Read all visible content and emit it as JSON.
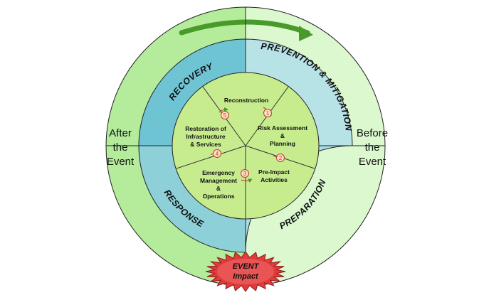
{
  "outer": {
    "left_label": [
      "After",
      "the",
      "Event"
    ],
    "right_label": [
      "Before",
      "the",
      "Event"
    ]
  },
  "quadrants": {
    "recovery": "RECOVERY",
    "prevention": "PREVENTION & MITIGATION",
    "response": "RESPONSE",
    "preparation": "PREPARATION"
  },
  "phases": [
    {
      "number": "1",
      "lines": [
        "Risk Assessment",
        "&",
        "Planning"
      ]
    },
    {
      "number": "2",
      "lines": [
        "Pre-Impact",
        "Activities"
      ]
    },
    {
      "number": "3",
      "lines": [
        "Emergency",
        "Management",
        "&",
        "Operations"
      ]
    },
    {
      "number": "4",
      "lines": [
        "Restoration of",
        "Infrastructure",
        "& Services"
      ]
    },
    {
      "number": "5",
      "lines": [
        "Reconstruction"
      ]
    }
  ],
  "event": {
    "line1": "EVENT",
    "line2": "Impact"
  },
  "colors": {
    "outer_left": "#b4ec9c",
    "outer_right": "#dcf8cf",
    "recovery": "#6fc4d4",
    "prevention": "#b7e3e6",
    "response": "#8dd0d8",
    "preparation": "#a8dde6",
    "center": "#c7ec8e",
    "arrow": "#4a9a2b",
    "event_star": "#e03a3a"
  }
}
